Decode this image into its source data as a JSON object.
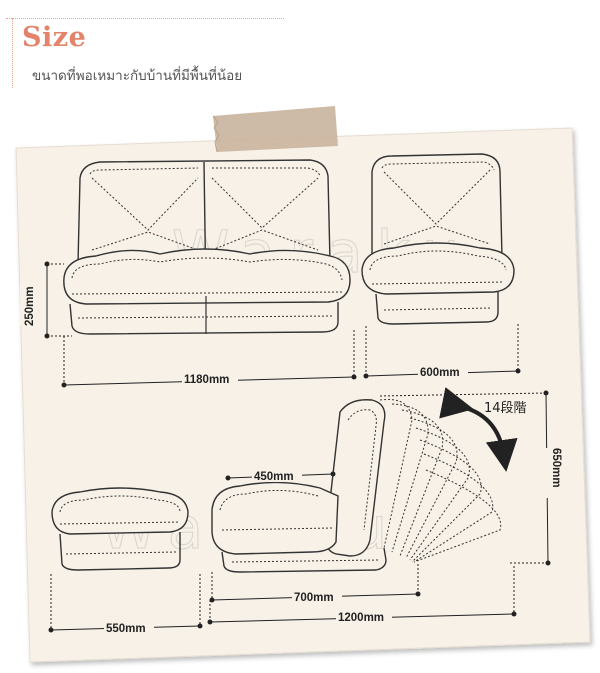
{
  "header": {
    "title": "Size",
    "subtitle": "ขนาดที่พอเหมาะกับบ้านที่มีพื้นที่น้อย"
  },
  "watermark": "Waraku",
  "dimensions": {
    "sofa_height": "250mm",
    "sofa_width": "1180mm",
    "chair_width": "600mm",
    "recline_steps": "14段階",
    "chair_height": "650mm",
    "seat_depth": "450mm",
    "seat_length": "700mm",
    "full_length": "1200mm",
    "ottoman_width": "550mm"
  },
  "colors": {
    "title": "#e2836a",
    "paper": "#f7f1e8",
    "tape": "#c9b49d",
    "line": "#333333"
  }
}
